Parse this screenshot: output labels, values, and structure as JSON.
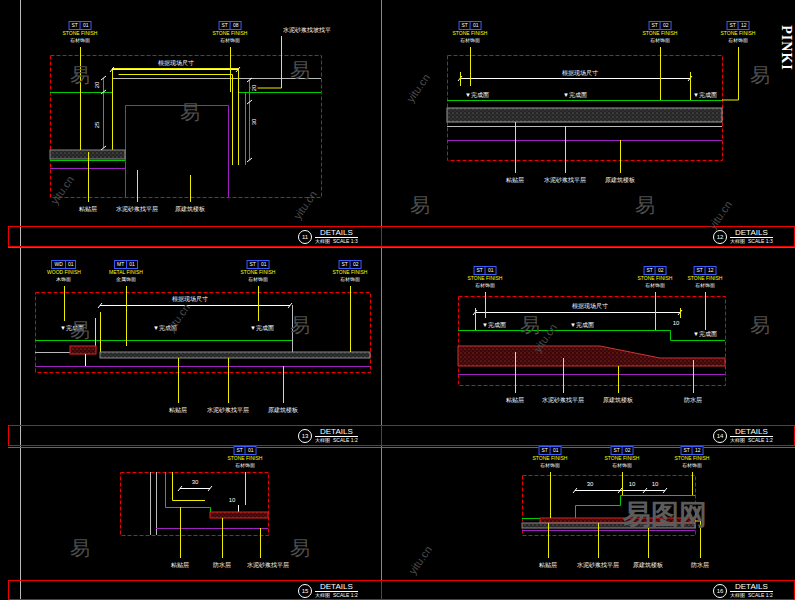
{
  "diagram": {
    "nodes": [
      {
        "text": [
          "ST",
          "01",
          "STONE FINISH",
          "石材饰面"
        ]
      },
      {
        "text": [
          "ST",
          "08",
          "STONE FINISH",
          "石材饰面"
        ]
      },
      {
        "text": [
          "11",
          "DETAILS",
          "大样图",
          "SCALE 1:3"
        ]
      },
      {
        "text": [
          "ST",
          "01",
          "STONE FINISH",
          "石材饰面"
        ]
      },
      {
        "text": [
          "ST",
          "02",
          "STONE FINISH",
          "石材饰面"
        ]
      },
      {
        "text": [
          "ST",
          "12",
          "STONE FINISH",
          "石材饰面"
        ]
      },
      {
        "text": [
          "12",
          "DETAILS",
          "大样图",
          "SCALE 1:3"
        ]
      },
      {
        "text": [
          "WD",
          "01",
          "WOOD FINISH",
          "木饰面"
        ]
      },
      {
        "text": [
          "MT",
          "01",
          "METAL FINISH",
          "金属饰面"
        ]
      },
      {
        "text": [
          "ST",
          "01",
          "STONE FINISH",
          "石材饰面"
        ]
      },
      {
        "text": [
          "ST",
          "02",
          "STONE FINISH",
          "石材饰面"
        ]
      },
      {
        "text": [
          "13",
          "DETAILS",
          "大样图",
          "SCALE 1:2"
        ]
      },
      {
        "text": [
          "ST",
          "01",
          "STONE FINISH",
          "石材饰面"
        ]
      },
      {
        "text": [
          "ST",
          "02",
          "STONE FINISH",
          "石材饰面"
        ]
      },
      {
        "text": [
          "ST",
          "12",
          "STONE FINISH",
          "石材饰面"
        ]
      },
      {
        "text": [
          "14",
          "DETAILS",
          "大样图",
          "SCALE 1:2"
        ]
      },
      {
        "text": [
          "ST",
          "01",
          "STONE FINISH",
          "石材饰面"
        ]
      },
      {
        "text": [
          "15",
          "DETAILS",
          "大样图",
          "SCALE 1:2"
        ]
      },
      {
        "text": [
          "ST",
          "01",
          "STONE FINISH",
          "石材饰面"
        ]
      },
      {
        "text": [
          "ST",
          "02",
          "STONE FINISH",
          "石材饰面"
        ]
      },
      {
        "text": [
          "ST",
          "12",
          "STONE FINISH",
          "石材饰面"
        ]
      },
      {
        "text": [
          "16",
          "DETAILS",
          "大样图",
          "SCALE 1:2"
        ]
      }
    ],
    "labels": [
      "水泥砂浆找坡找平",
      "根据现场尺寸",
      "20",
      "25",
      "20",
      "30",
      "粘贴层",
      "水泥砂浆找平层",
      "原建筑楼板",
      "根据现场尺寸",
      "▼完成面",
      "▼完成面",
      "▼完成面",
      "粘贴层",
      "水泥砂浆找平层",
      "原建筑楼板",
      "根据现场尺寸",
      "▼完成面",
      "▼完成面",
      "▼完成面",
      "粘贴层",
      "水泥砂浆找平层",
      "原建筑楼板",
      "根据现场尺寸",
      "▼完成面",
      "▼完成面",
      "▼完成面",
      "10",
      "粘贴层",
      "水泥砂浆找平层",
      "原建筑楼板",
      "防水层",
      "30",
      "10",
      "粘贴层",
      "防水层",
      "水泥砂浆找平层",
      "30",
      "10",
      "10",
      "粘贴层",
      "水泥砂浆找平层",
      "原建筑楼板",
      "防水层",
      "易",
      "易",
      "易",
      "易",
      "易",
      "易",
      "易",
      "易",
      "易",
      "易",
      "易",
      "易",
      "yitu.cn",
      "yitu.cn",
      "yitu.cn",
      "yitu.cn",
      "yitu.cn",
      "yitu.cn",
      "yitu.cn",
      "易图网",
      "PINKI"
    ]
  }
}
